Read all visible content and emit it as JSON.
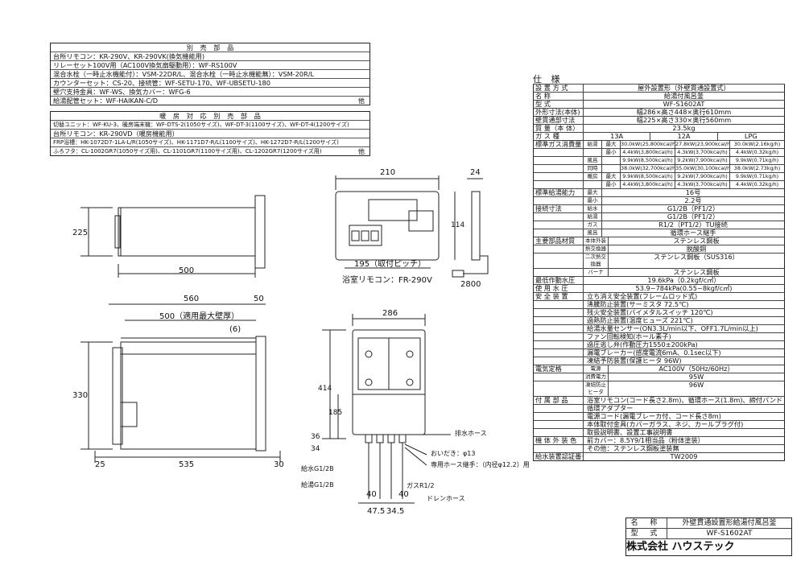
{
  "sold_separately": {
    "header": "別 売 部 品",
    "rows": [
      "台所リモコン：KR-290V、KR-290VK(換気機能用)",
      "リレーセット100V用（AC100V換気扇駆動用）：WF-RS100V",
      "混合水栓（一時止水機能付）：VSM-22DR/L、混合水栓（一時止水機能無）：VSM-20R/L",
      "カウンターセット：CS-20、接続管：WF-SETU-170、WF-UBSETU-180",
      "壁穴支持金具：WF-WS、換気カバー：WFG-6",
      "給湯配管セット：WF-HAIKAN-C/D"
    ],
    "etc": "他"
  },
  "heating_parts": {
    "header": "暖 房 対 応 別 売 部 品",
    "rows": [
      "切替ユニット：WF-KU-3、暖房端末機：WF-DTS-2(1050サイズ)、WF-DT-3(1100サイズ)、WF-DT-4(1200サイズ)",
      "台所リモコン：KR-290VD（暖房機能用）",
      "FRP浴槽：HK-1072D7-1LA-L/R(1050サイズ)、HK-1171D7-R/L(1100サイズ)、HK-1272D7-R/L(1200サイズ)",
      "ふろフタ：CL-1002GR7(1050サイズ用)、CL-1101GR7(1100サイズ用)、CL-1202GR7(1200サイズ用)"
    ],
    "etc": "他"
  },
  "drawing": {
    "side_view": {
      "dim_225": "225",
      "dim_500": "500"
    },
    "remote": {
      "dim_210": "210",
      "dim_24": "24",
      "dim_114": "114",
      "dim_195": "195（取付ピッチ）",
      "dim_2800": "2800",
      "caption": "浴室リモコン：FR-290V"
    },
    "section_view": {
      "dim_560": "560",
      "dim_50": "50",
      "dim_500": "500（適用最大壁厚）",
      "dim_6": "(6)",
      "dim_330": "330",
      "dim_25": "25",
      "dim_535": "535",
      "dim_30": "30"
    },
    "front_view": {
      "dim_286": "286",
      "dim_414": "414",
      "dim_185": "185",
      "dim_36": "36",
      "dim_34": "34",
      "dim_40a": "40",
      "dim_40b": "40",
      "dim_475": "47.5",
      "dim_345": "34.5"
    },
    "labels": {
      "drain_hose": "排水ホース",
      "drain_dia": "おいだき：φ13",
      "hose_fitting": "専用ホース継手：（内径φ12.2）用",
      "water_in": "給水G1/2B",
      "hot_out": "給湯G1/2B",
      "gas": "ガスR1/2",
      "drain": "ドレンホース"
    }
  },
  "spec": {
    "title": "仕 様",
    "rows": [
      {
        "label": "設 置 方 式",
        "value": "屋外設置形（外壁貫通設置式）"
      },
      {
        "label": "名 称",
        "value": "給湯付風呂釜"
      },
      {
        "label": "型 式",
        "value": "WF-S1602AT"
      },
      {
        "label": "外形寸法(本体)",
        "value": "幅286×高さ448×奥行610mm"
      },
      {
        "label": "壁貫通部寸法",
        "value": "幅225×高さ330×奥行560mm"
      },
      {
        "label": "質 量（本 体）",
        "value": "23.5kg"
      }
    ],
    "gas_header": {
      "label": "ガ ス 種",
      "cols": [
        "13A",
        "12A",
        "LPG"
      ]
    },
    "consumption_label": "標準ガス消費量",
    "consumption": [
      {
        "group": "給湯",
        "sub": "最大",
        "cols": [
          "30.0kW(25,800kcal/h)",
          "27.8kW(23,900kcal/h)",
          "30.0kW(2.16kg/h)"
        ]
      },
      {
        "group": "",
        "sub": "最小",
        "cols": [
          "4.4kW(3,800kcal/h)",
          "4.3kW(3,700kcal/h)",
          "4.4kW(0.32kg/h)"
        ]
      },
      {
        "group": "風呂",
        "sub": "",
        "cols": [
          "9.9kW(8,500kcal/h)",
          "9.2kW(7,900kcal/h)",
          "9.9kW(0.71kg/h)"
        ]
      },
      {
        "group": "同時",
        "sub": "",
        "cols": [
          "38.0kW(32,700kcal/h)",
          "35.0kW(30,100kcal/h)",
          "38.0kW(2.73kg/h)"
        ]
      },
      {
        "group": "暖房",
        "sub": "最大",
        "cols": [
          "9.9kW(8,500kcal/h)",
          "9.2kW(7,900kcal/h)",
          "9.9kW(0.71kg/h)"
        ]
      },
      {
        "group": "",
        "sub": "最小",
        "cols": [
          "4.4kW(3,800kcal/h)",
          "4.3kW(3,700kcal/h)",
          "4.4kW(0.32kg/h)"
        ]
      }
    ],
    "capacity": [
      {
        "label": "標準給湯能力",
        "sub": "最大",
        "value": "16号"
      },
      {
        "label": "",
        "sub": "最小",
        "value": "2.2号"
      }
    ],
    "connections": [
      {
        "label": "接続寸法",
        "sub": "給水",
        "value": "G1/2B（PF1/2）"
      },
      {
        "label": "",
        "sub": "給湯",
        "value": "G1/2B（PF1/2）"
      },
      {
        "label": "",
        "sub": "ガス",
        "value": "R1/2（PT1/2）TU接続"
      },
      {
        "label": "",
        "sub": "風呂",
        "value": "循環ホース継手"
      }
    ],
    "materials": [
      {
        "label": "主要部品材質",
        "sub": "本体外装",
        "value": "ステンレス鋼板"
      },
      {
        "label": "",
        "sub": "熱交換器",
        "value": "脱酸銅"
      },
      {
        "label": "",
        "sub": "二次熱交換器",
        "value": "ステンレス鋼板（SUS316）"
      },
      {
        "label": "",
        "sub": "バーナ",
        "value": "ステンレス鋼板"
      }
    ],
    "pressure": [
      {
        "label": "最低作動水圧",
        "value": "19.6kPa（0.2kgf/c㎡）"
      },
      {
        "label": "使 用 水 圧",
        "value": "53.9~784kPa(0.55~8kgf/c㎡)"
      }
    ],
    "safety_label": "安 全 装 置",
    "safety": [
      "立ち消え安全装置(フレームロッド式)",
      "沸騰防止装置(サーミスタ 72.5℃)",
      "残火安全装置(バイメタルスイッチ 120℃)",
      "過熱防止装置(温度ヒューズ 221℃)",
      "給湯水量センサー(ON3.3L/min以下、OFF1.7L/min以上)",
      "ファン回転検知(ホール素子)",
      "過圧逃し弁(作動圧力1550±200kPa)",
      "漏電ブレーカー(感度電流6mA、0.1sec以下)",
      "凍結予防装置(保護ヒータ 96W)"
    ],
    "electric_label": "電気定格",
    "electric": [
      {
        "sub": "電源",
        "value": "AC100V（50Hz/60Hz）"
      },
      {
        "sub": "消費電力",
        "value": "95W"
      },
      {
        "sub": "凍結防止ヒータ",
        "value": "96W"
      }
    ],
    "accessories_label": "付 属 部 品",
    "accessories": [
      "浴室リモコン(コード長さ2.8m)、循環ホース(1.8m)、締付バンド",
      "循環アダプター",
      "電源コード(漏電ブレーカ付、コード長さ8m)",
      "本体取付金具(カバーガラス、ネジ、カールプラグ付)",
      "取扱説明書、設置工事説明書"
    ],
    "finish_label": "機 体 外 装 色",
    "finish": [
      "前カバー：8.5Y9/1相当品（粉体塗装）",
      "その他：ステンレス鋼板塗装無"
    ],
    "cert_label": "給水装置認証番号",
    "cert": "TW2009"
  },
  "title_block": {
    "name_label": "名 称",
    "name_value": "外壁貫通設置形給湯付風呂釜",
    "model_label": "型 式",
    "model_value": "WF-S1602AT",
    "company": "株式会社 ハウステック"
  }
}
